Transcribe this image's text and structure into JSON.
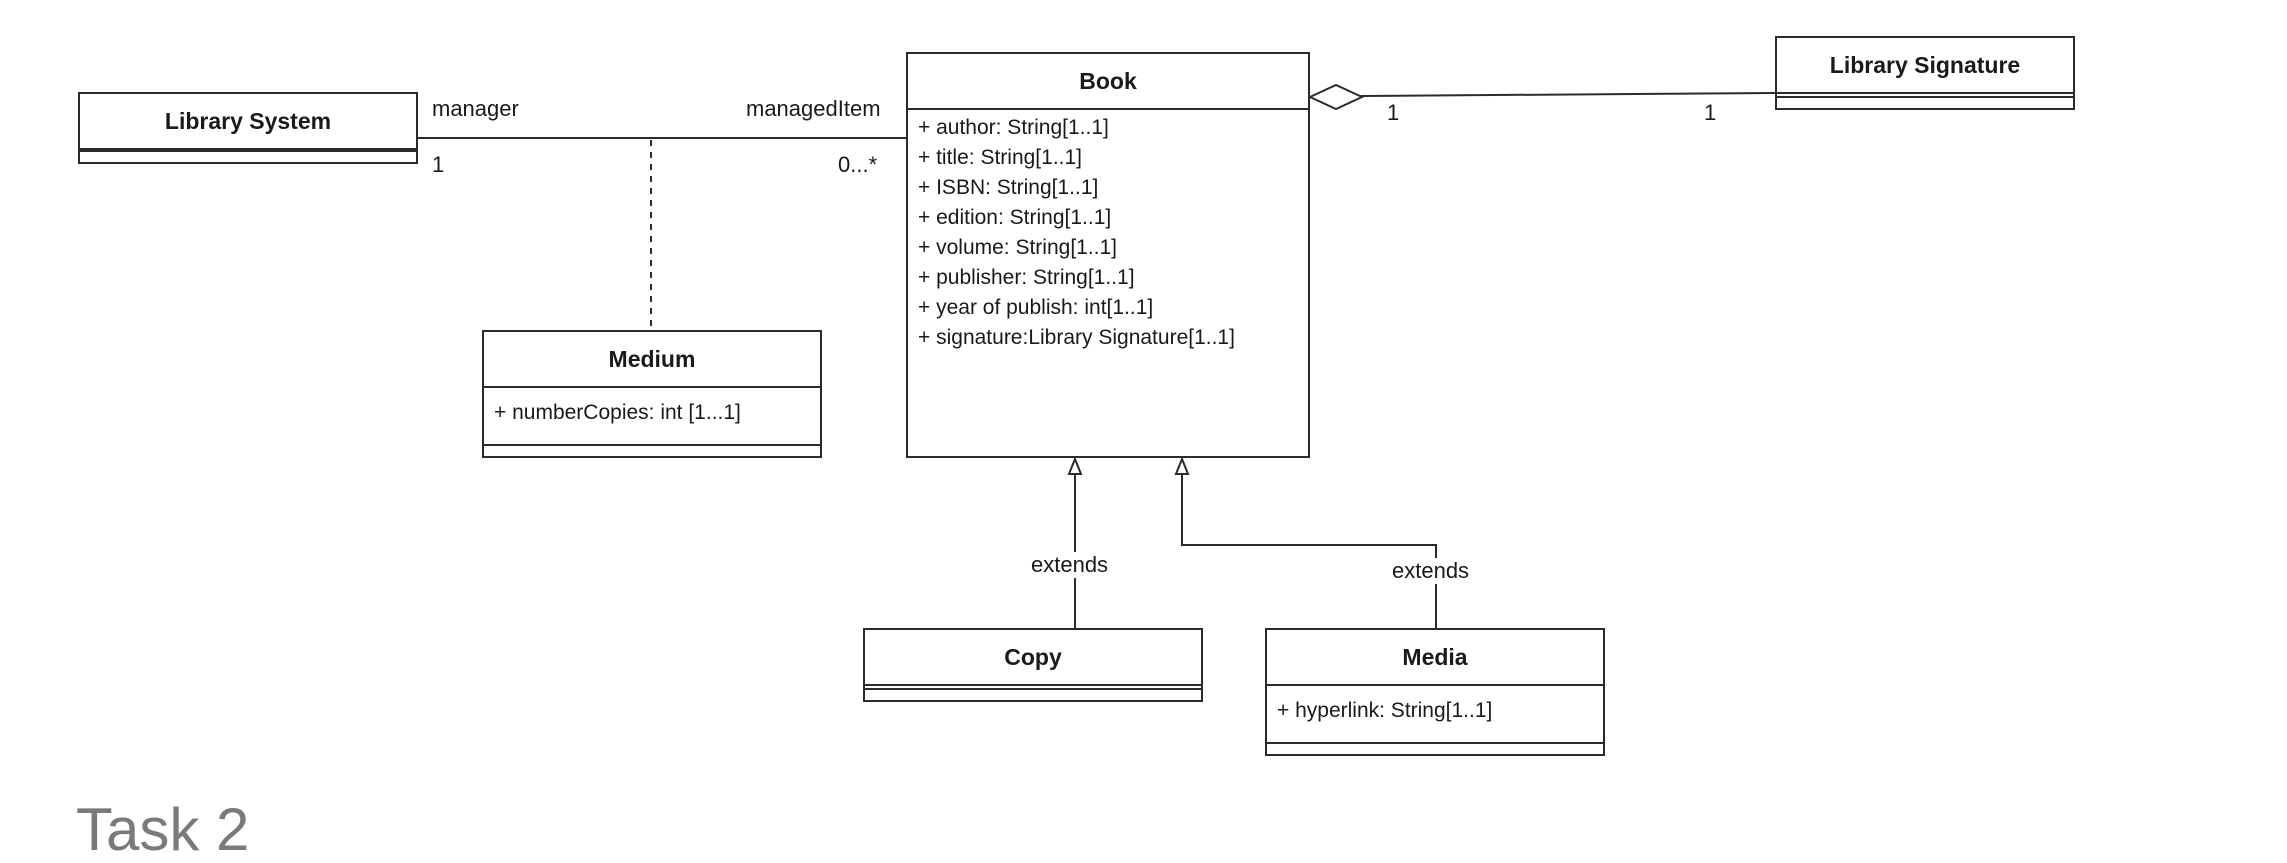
{
  "diagram": {
    "classes": {
      "library_system": {
        "name": "Library System",
        "attributes": []
      },
      "book": {
        "name": "Book",
        "attributes": [
          "+ author: String[1..1]",
          "+ title: String[1..1]",
          "+ ISBN: String[1..1]",
          "+ edition: String[1..1]",
          "+ volume: String[1..1]",
          "+ publisher: String[1..1]",
          "+ year of publish: int[1..1]",
          "+ signature:Library Signature[1..1]"
        ]
      },
      "library_signature": {
        "name": "Library Signature",
        "attributes": []
      },
      "medium": {
        "name": "Medium",
        "attributes": [
          "+ numberCopies: int [1...1]"
        ]
      },
      "copy": {
        "name": "Copy",
        "attributes": []
      },
      "media": {
        "name": "Media",
        "attributes": [
          "+ hyperlink: String[1..1]"
        ]
      }
    },
    "association": {
      "role_source": "manager",
      "mult_source": "1",
      "role_target": "managedItem",
      "mult_target": "0...*"
    },
    "aggregation": {
      "mult_book": "1",
      "mult_signature": "1"
    },
    "generalizations": {
      "copy_label": "extends",
      "media_label": "extends"
    }
  },
  "page": {
    "heading": "Task 2"
  }
}
